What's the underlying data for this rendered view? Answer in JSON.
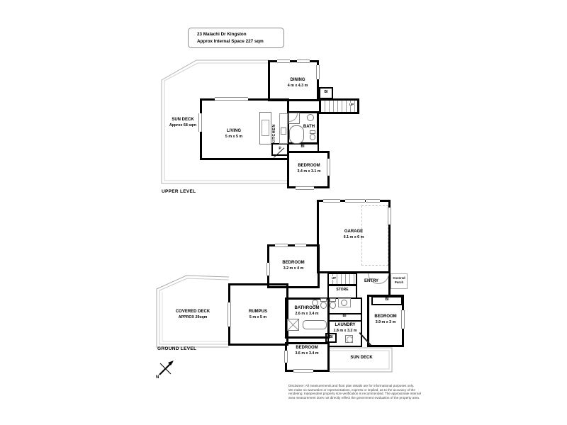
{
  "title_box": {
    "line1": "23 Malachi Dr Kingston",
    "line2": "Approx Internal Space 227 sqm"
  },
  "upper_level": {
    "level_label": "UPPER LEVEL",
    "sun_deck": {
      "name": "SUN DECK",
      "area": "Approx 68 sqm"
    },
    "living": {
      "name": "LIVING",
      "dim": "5 m x 5 m"
    },
    "dining": {
      "name": "DINING",
      "dim": "4 m x 4.3 m"
    },
    "kitchen": {
      "name": "KITCHEN"
    },
    "bath": {
      "name": "BATH"
    },
    "bedroom": {
      "name": "BEDROOM",
      "dim": "3.4 m x 3.1 m"
    },
    "pantry_label": "P",
    "bi_hall": "BI",
    "bi_stairs": "BI",
    "stairs_label": "UP"
  },
  "ground_level": {
    "level_label": "GROUND LEVEL",
    "garage": {
      "name": "GARAGE",
      "dim": "6.1 m x 6 m"
    },
    "bedroom1": {
      "name": "BEDROOM",
      "dim": "3.2 m x 4 m"
    },
    "entry": {
      "name": "ENTRY"
    },
    "covered_porch": {
      "line1": "Covered",
      "line2": "Porch"
    },
    "store": {
      "name": "STORE"
    },
    "bathroom": {
      "name": "BATHROOM",
      "dim": "2.6 m x 3.4 m"
    },
    "laundry": {
      "name": "LAUNDRY",
      "dim": "1.8 m x 3.2 m"
    },
    "bedroom2": {
      "name": "BEDROOM",
      "dim": "3.9 m x 3 m"
    },
    "rumpus": {
      "name": "RUMPUS",
      "dim": "5 m x 5 m"
    },
    "covered_deck": {
      "name": "COVERED DECK",
      "area": "APPROX 29sqm"
    },
    "bedroom3": {
      "name": "BEDROOM",
      "dim": "3.6 m x 3.4 m"
    },
    "sun_deck": {
      "name": "SUN DECK"
    },
    "bi_linen": "BI",
    "bi_bedroom2": "BI",
    "bi_bedroom3": "BI",
    "stairs_label": "UP"
  },
  "compass": {
    "label": "N"
  },
  "disclaimer": {
    "lines": [
      "Disclaimer: All measurements and floor plan details are for informational purposes only.",
      "We  make no warranties or representations, express or implied, as to the accuracy of the",
      "rendering. Independent property size verification is recommended. The approximate internal",
      "area measurement does not directly reflect the government evaluation of the property area."
    ]
  }
}
